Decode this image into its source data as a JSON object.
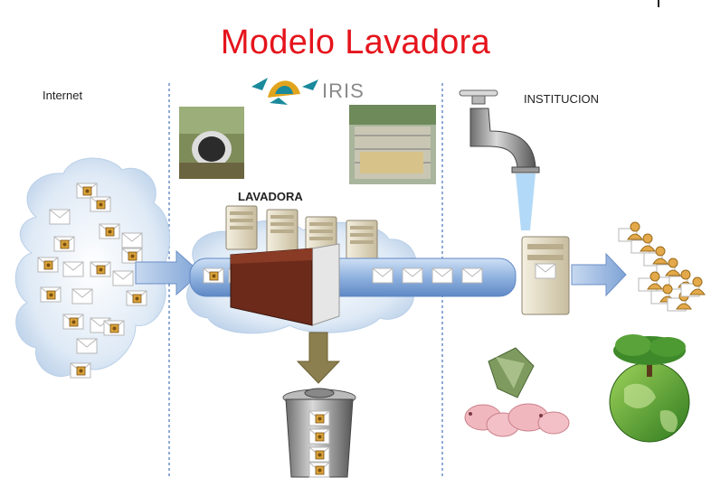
{
  "title": "Modelo Lavadora",
  "labels": {
    "internet": "Internet",
    "lavadora": "LAVADORA",
    "institucion": "INSTITUCION"
  },
  "logo": {
    "text": "IRIS",
    "icon": "iris-logo-icon"
  },
  "colors": {
    "title": "#e5141c",
    "divider": "#6b8fc7",
    "cloud": "#dfeaf6",
    "arrow": "#8fb2e0",
    "envelope": "#ffffff",
    "badge": "#d9a33a"
  },
  "icons": {
    "tap": "water-tap-icon",
    "trash": "trash-can-icon",
    "globe": "earth-tree-icon",
    "piggy": "piggy-bank-icon",
    "server": "server-icon",
    "user": "user-icon",
    "envelope": "email-envelope-icon"
  }
}
